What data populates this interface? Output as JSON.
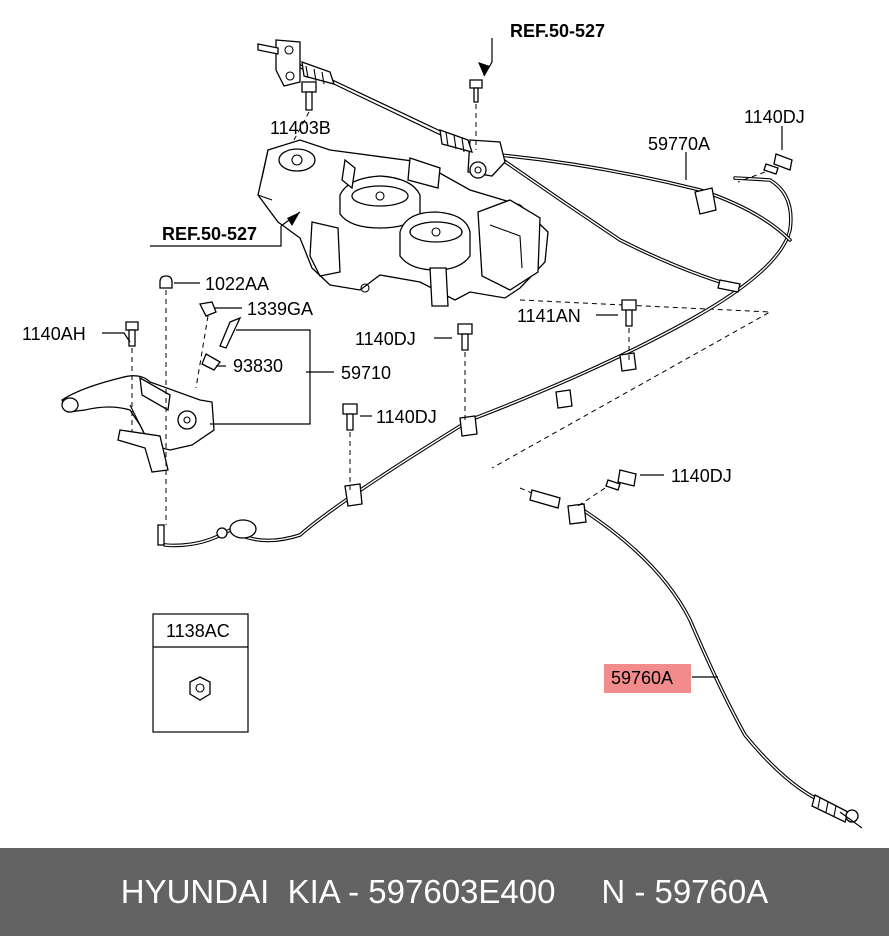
{
  "diagram": {
    "labels": {
      "ref_top": "REF.50-527",
      "ref_left": "REF.50-527",
      "p11403B": "11403B",
      "p59770A": "59770A",
      "p1140DJ_top": "1140DJ",
      "p1022AA": "1022AA",
      "p1339GA": "1339GA",
      "p1140AH": "1140AH",
      "p1141AN": "1141AN",
      "p1140DJ_mid": "1140DJ",
      "p93830": "93830",
      "p59710": "59710",
      "p1140DJ_low": "1140DJ",
      "p1140DJ_right": "1140DJ",
      "p1138AC": "1138AC",
      "p59760A": "59760A"
    },
    "highlight_color": "#f28b8b"
  },
  "footer": {
    "text": "HYUNDAI  KIA - 597603E400     N - 59760A"
  }
}
